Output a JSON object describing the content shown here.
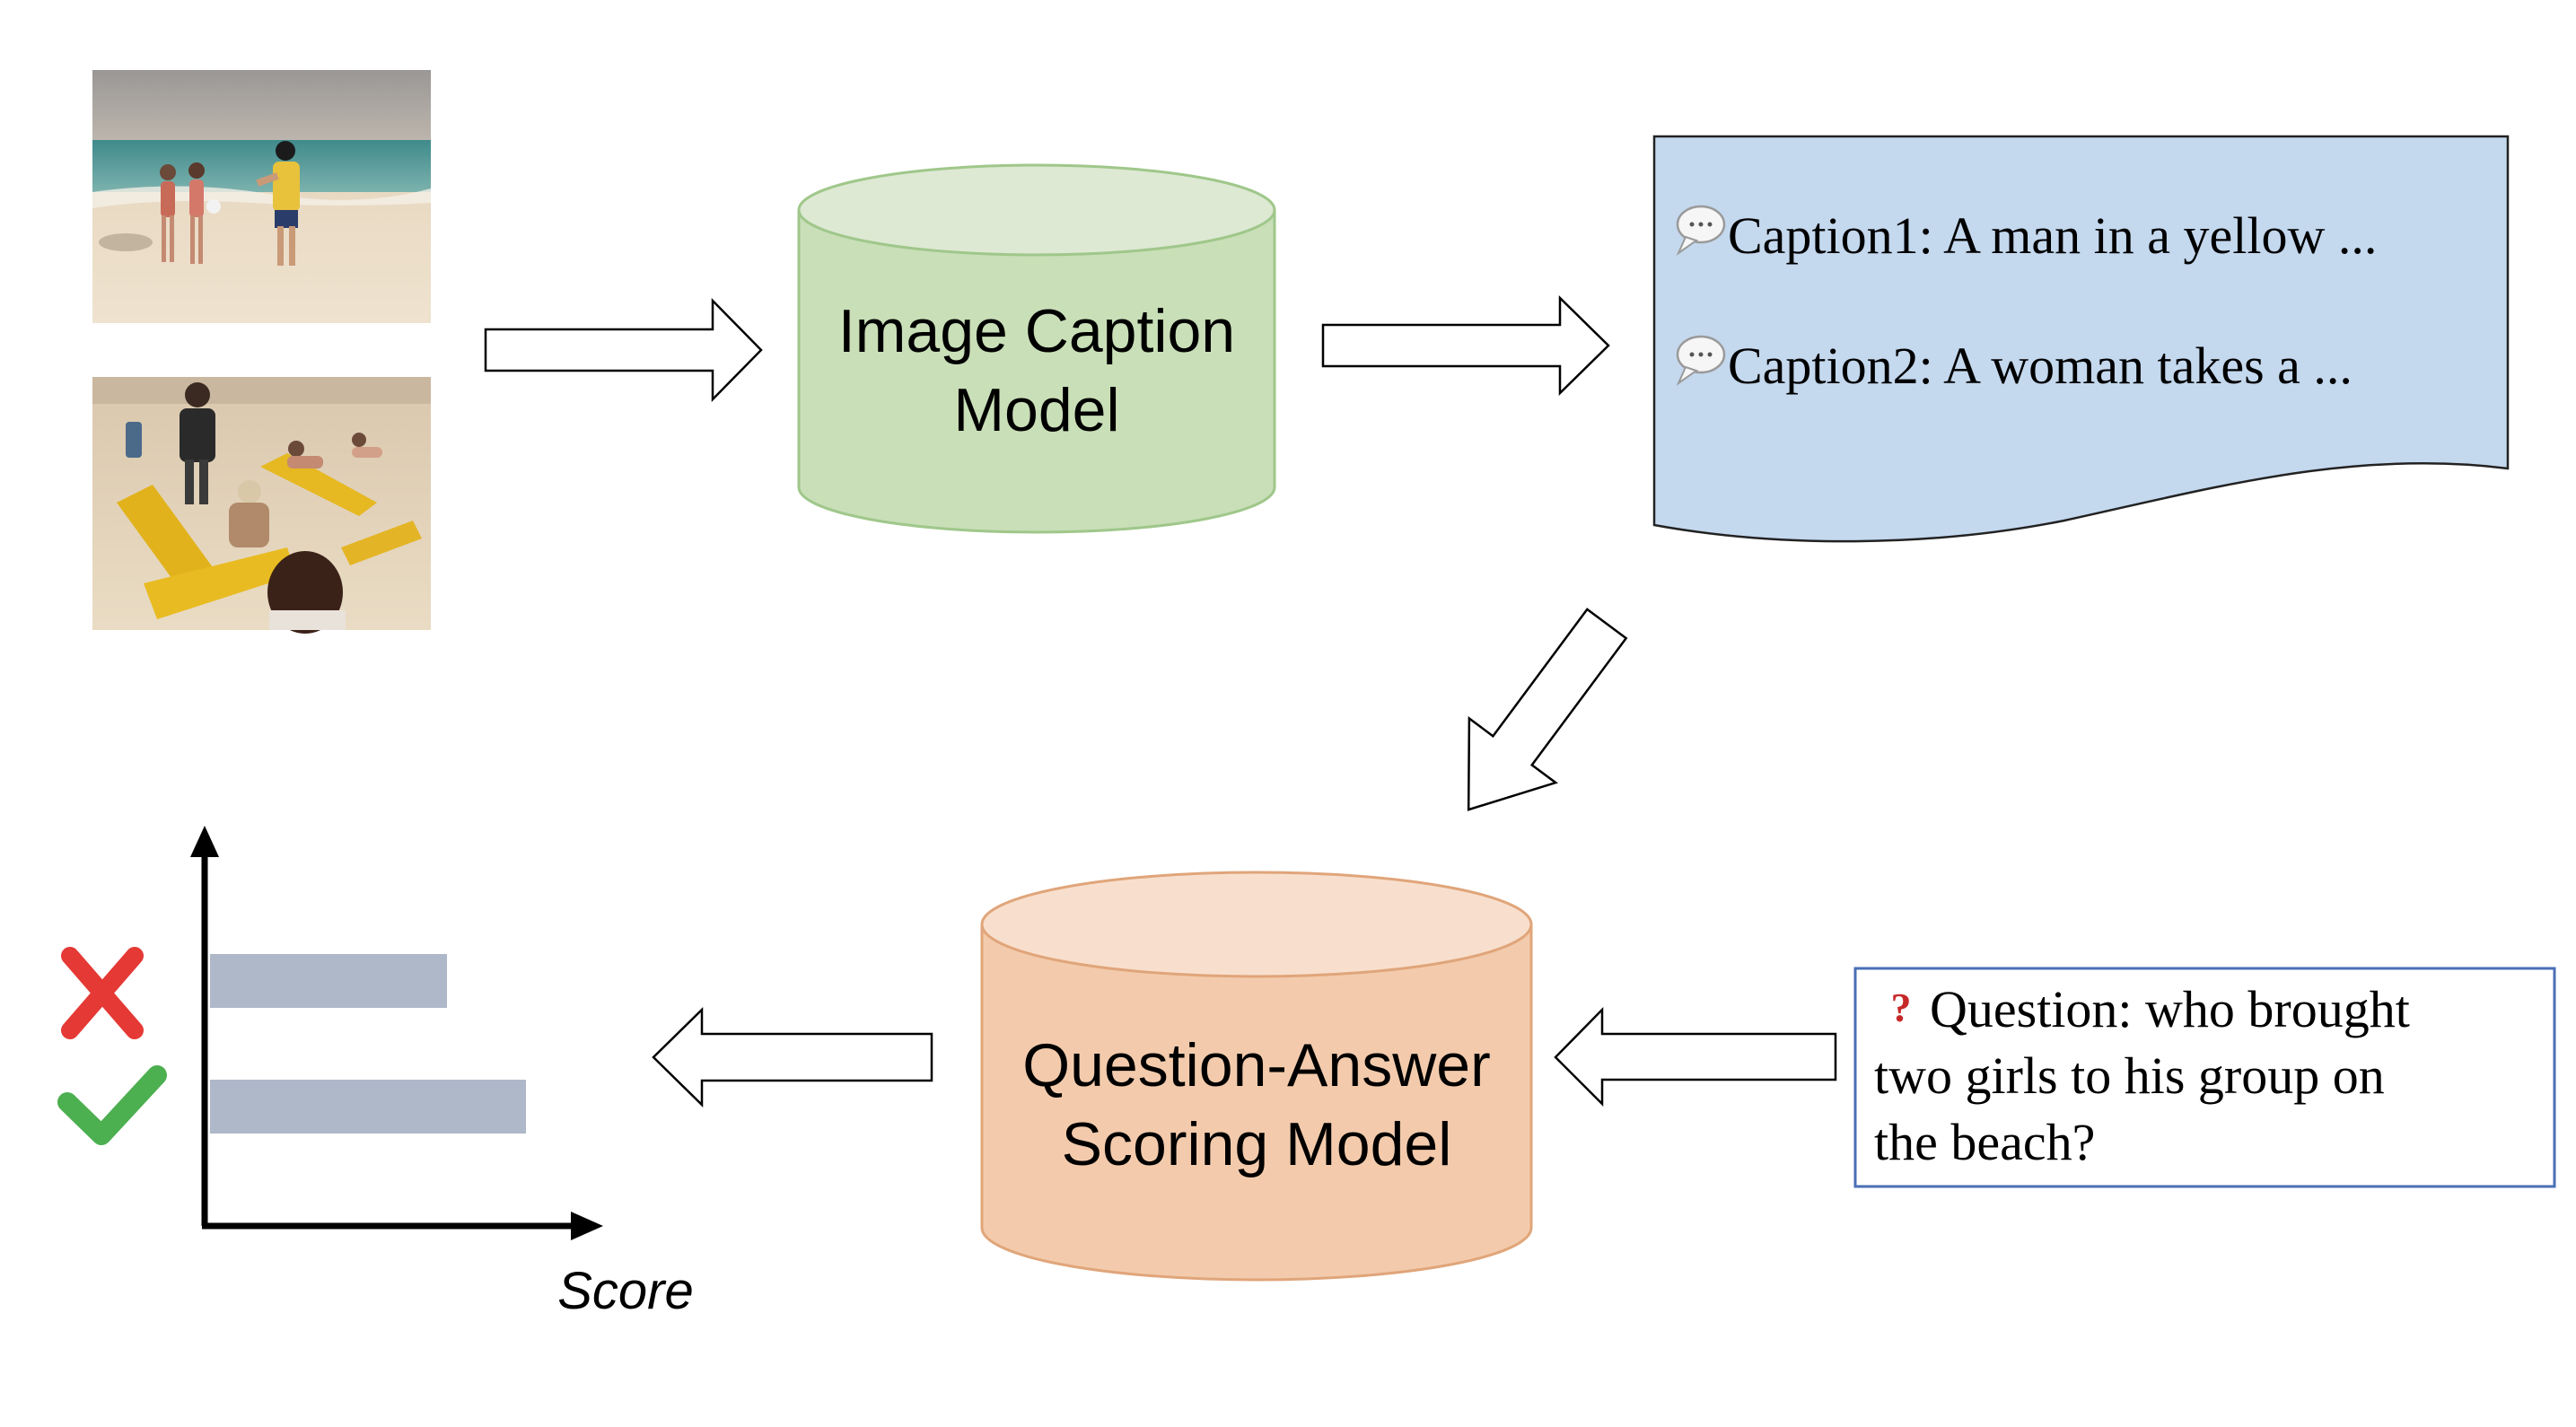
{
  "nodes": {
    "caption_model": {
      "line1": "Image Caption",
      "line2": "Model"
    },
    "qa_model": {
      "line1": "Question-Answer",
      "line2": "Scoring Model"
    }
  },
  "captions": {
    "caption1": "Caption1: A man in a yellow ...",
    "caption2": "Caption2: A woman takes a ..."
  },
  "question": {
    "line1": "Question: who brought",
    "line2": "two girls to his group on",
    "line3": "the beach?"
  },
  "score_chart": {
    "axis_label": "Score",
    "bars": [
      {
        "mark": "wrong",
        "value": 0.66
      },
      {
        "mark": "correct",
        "value": 0.88
      }
    ]
  },
  "colors": {
    "caption_model_fill": "#c9dfb8",
    "caption_model_top": "#dde9d3",
    "caption_model_stroke": "#9fc78a",
    "qa_model_fill": "#f3cbac",
    "qa_model_top": "#f8dfcd",
    "qa_model_stroke": "#e0a57a",
    "caption_doc_fill": "#c4d8ee",
    "question_box_stroke": "#4a6fb5",
    "bar_fill": "#aeb8c9",
    "cross": "#e53935",
    "check": "#4caf50",
    "question_mark": "#c62828"
  },
  "icons": [
    "beach-photo-1",
    "beach-photo-2",
    "speech-bubble-icon",
    "question-mark-icon",
    "cross-icon",
    "check-icon"
  ]
}
